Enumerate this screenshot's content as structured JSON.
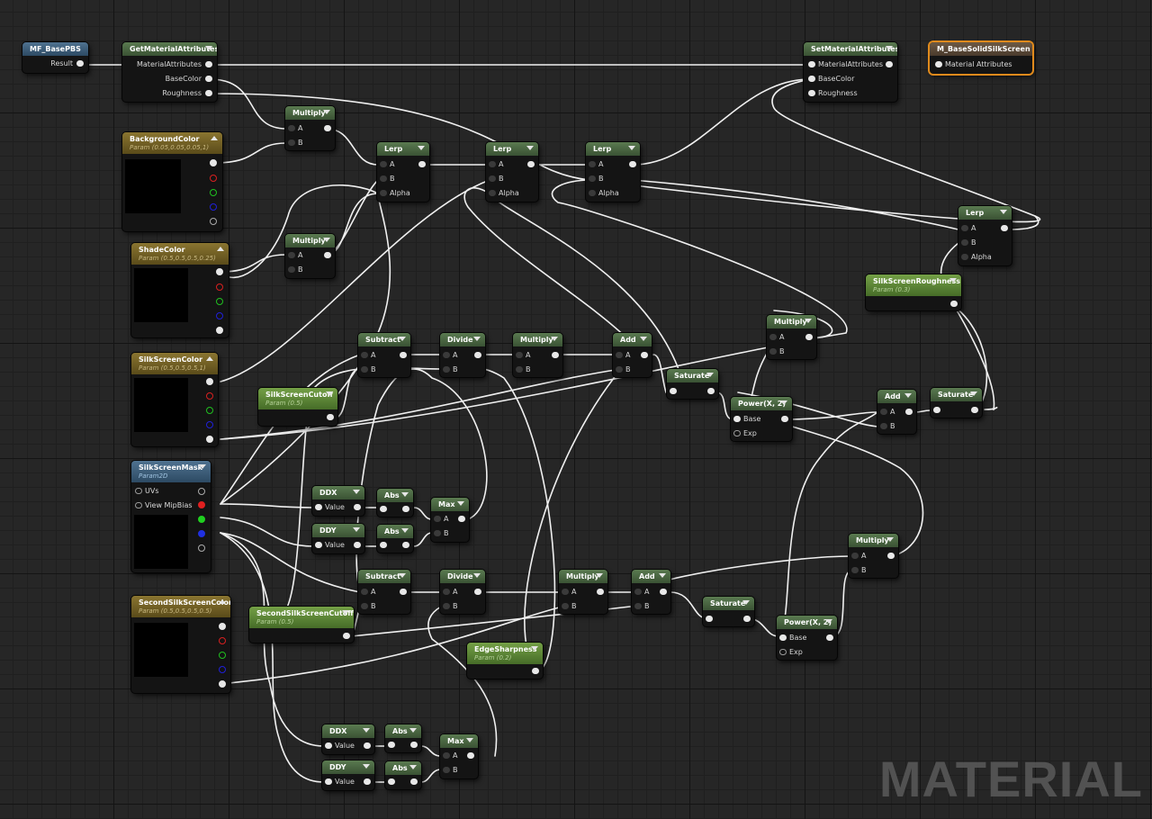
{
  "graph_type_label": "MATERIAL",
  "nodes": {
    "mf_basepbs": {
      "title": "MF_BasePBS",
      "out": "Result"
    },
    "getmat": {
      "title": "GetMaterialAttributes",
      "out1": "MaterialAttributes",
      "out2": "BaseColor",
      "out3": "Roughness"
    },
    "setmat": {
      "title": "SetMaterialAttributes",
      "in1": "MaterialAttributes",
      "in2": "BaseColor",
      "in3": "Roughness"
    },
    "result": {
      "title": "M_BaseSolidSilkScreen",
      "in": "Material Attributes"
    },
    "bgcolor": {
      "title": "BackgroundColor",
      "sub": "Param (0.05,0.05,0.05,1)"
    },
    "shadecolor": {
      "title": "ShadeColor",
      "sub": "Param (0.5,0.5,0.5,0.25)"
    },
    "silkcolor": {
      "title": "SilkScreenColor",
      "sub": "Param (0.5,0.5,0.5,1)"
    },
    "silkmask": {
      "title": "SilkScreenMask",
      "sub": "Param2D",
      "in1": "UVs",
      "in2": "View MipBias"
    },
    "secondsilkcolor": {
      "title": "SecondSilkScreenColor",
      "sub": "Param (0.5,0.5,0.5,0.5)"
    },
    "silkcutoff": {
      "title": "SilkScreenCutoff",
      "sub": "Param (0.5)"
    },
    "secondcutoff": {
      "title": "SecondSilkScreenCutoff",
      "sub": "Param (0.5)"
    },
    "edgesharp": {
      "title": "EdgeSharpness",
      "sub": "Param (0.2)"
    },
    "silkrough": {
      "title": "SilkScreenRoughness",
      "sub": "Param (0.3)"
    },
    "multiply1": {
      "title": "Multiply",
      "a": "A",
      "b": "B"
    },
    "multiply2": {
      "title": "Multiply",
      "a": "A",
      "b": "B"
    },
    "lerp1": {
      "title": "Lerp",
      "a": "A",
      "b": "B",
      "alpha": "Alpha"
    },
    "lerp2": {
      "title": "Lerp",
      "a": "A",
      "b": "B",
      "alpha": "Alpha"
    },
    "lerp3": {
      "title": "Lerp",
      "a": "A",
      "b": "B",
      "alpha": "Alpha"
    },
    "lerp4": {
      "title": "Lerp",
      "a": "A",
      "b": "B",
      "alpha": "Alpha"
    },
    "subtract1": {
      "title": "Subtract",
      "a": "A",
      "b": "B"
    },
    "divide1": {
      "title": "Divide",
      "a": "A",
      "b": "B"
    },
    "multiply3": {
      "title": "Multiply",
      "a": "A",
      "b": "B"
    },
    "add1": {
      "title": "Add",
      "a": "A",
      "b": "B"
    },
    "multiply4": {
      "title": "Multiply",
      "a": "A",
      "b": "B"
    },
    "saturate1": {
      "title": "Saturate"
    },
    "power1": {
      "title": "Power(X, 2)",
      "base": "Base",
      "exp": "Exp"
    },
    "add2": {
      "title": "Add",
      "a": "A",
      "b": "B"
    },
    "saturate2": {
      "title": "Saturate"
    },
    "ddx1": {
      "title": "DDX",
      "in": "Value"
    },
    "ddy1": {
      "title": "DDY",
      "in": "Value"
    },
    "abs1": {
      "title": "Abs"
    },
    "abs2": {
      "title": "Abs"
    },
    "max1": {
      "title": "Max",
      "a": "A",
      "b": "B"
    },
    "subtract2": {
      "title": "Subtract",
      "a": "A",
      "b": "B"
    },
    "divide2": {
      "title": "Divide",
      "a": "A",
      "b": "B"
    },
    "multiply5": {
      "title": "Multiply",
      "a": "A",
      "b": "B"
    },
    "add3": {
      "title": "Add",
      "a": "A",
      "b": "B"
    },
    "saturate3": {
      "title": "Saturate"
    },
    "power2": {
      "title": "Power(X, 2)",
      "base": "Base",
      "exp": "Exp"
    },
    "multiply6": {
      "title": "Multiply",
      "a": "A",
      "b": "B"
    },
    "ddx2": {
      "title": "DDX",
      "in": "Value"
    },
    "ddy2": {
      "title": "DDY",
      "in": "Value"
    },
    "abs3": {
      "title": "Abs"
    },
    "abs4": {
      "title": "Abs"
    },
    "max2": {
      "title": "Max",
      "a": "A",
      "b": "B"
    }
  },
  "colors": {
    "background": "#262626",
    "wire": "#ffffff",
    "selection": "#e08a1c",
    "math_header": "#4a6642",
    "param_header": "#7a6528",
    "texture_header": "#3c5d7a",
    "scalar_param_header": "#5c8a38"
  }
}
